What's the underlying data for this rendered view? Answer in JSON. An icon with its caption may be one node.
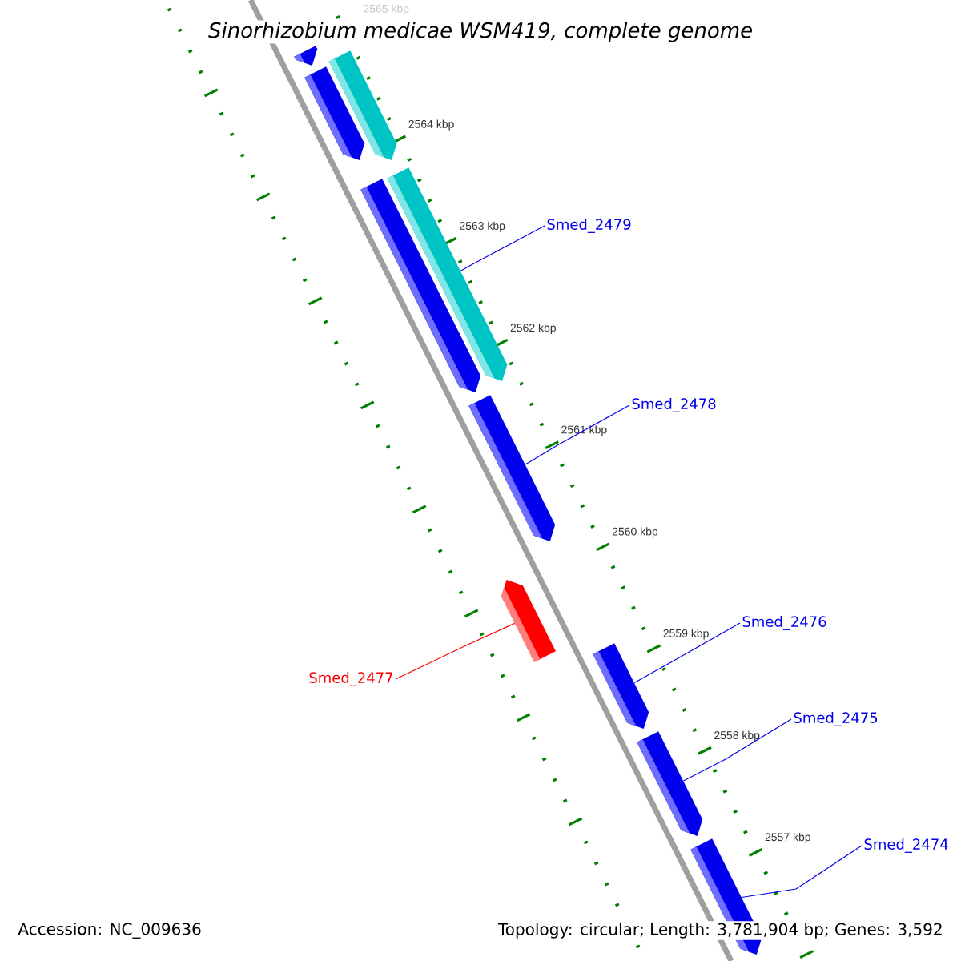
{
  "diagram": {
    "title": "Sinorhizobium medicae WSM419, complete genome",
    "nodes": [
      {
        "text": [],
        "shape": "arrow"
      },
      {
        "text": [],
        "shape": "arrow"
      },
      {
        "text": [],
        "shape": "arrow"
      },
      {
        "text": [],
        "shape": "arrow"
      },
      {
        "text": [],
        "shape": "arrow"
      },
      {
        "text": [],
        "shape": "arrow"
      },
      {
        "text": [],
        "shape": "arrow"
      },
      {
        "text": [],
        "shape": "arrow"
      },
      {
        "text": [],
        "shape": "arrow"
      },
      {
        "text": [],
        "shape": "arrow"
      },
      {
        "text": [
          "Smed_2479"
        ]
      },
      {
        "text": [
          "Smed_2478"
        ]
      },
      {
        "text": [
          "Smed_2476"
        ]
      },
      {
        "text": [
          "Smed_2477"
        ]
      },
      {
        "text": [
          "Smed_2475"
        ]
      },
      {
        "text": [
          "Smed_2474"
        ]
      }
    ],
    "edges": [
      {
        "from": 10,
        "to": 4,
        "arrow": "none"
      },
      {
        "from": 11,
        "to": 5,
        "arrow": "none"
      },
      {
        "from": 12,
        "to": 7,
        "arrow": "none"
      },
      {
        "from": 13,
        "to": 6,
        "arrow": "none",
        "color": "#ff0000"
      },
      {
        "from": 14,
        "to": 8,
        "arrow": "none"
      },
      {
        "from": 15,
        "to": 9,
        "arrow": "none"
      }
    ],
    "labels": [
      "2565 kbp",
      "2564 kbp",
      "2563 kbp",
      "2562 kbp",
      "2561 kbp",
      "2560 kbp",
      "2559 kbp",
      "2558 kbp",
      "2557 kbp",
      "Accession: NC_009636",
      "Topology: circular; Length: 3,781,904 bp; Genes: 3,592"
    ]
  }
}
